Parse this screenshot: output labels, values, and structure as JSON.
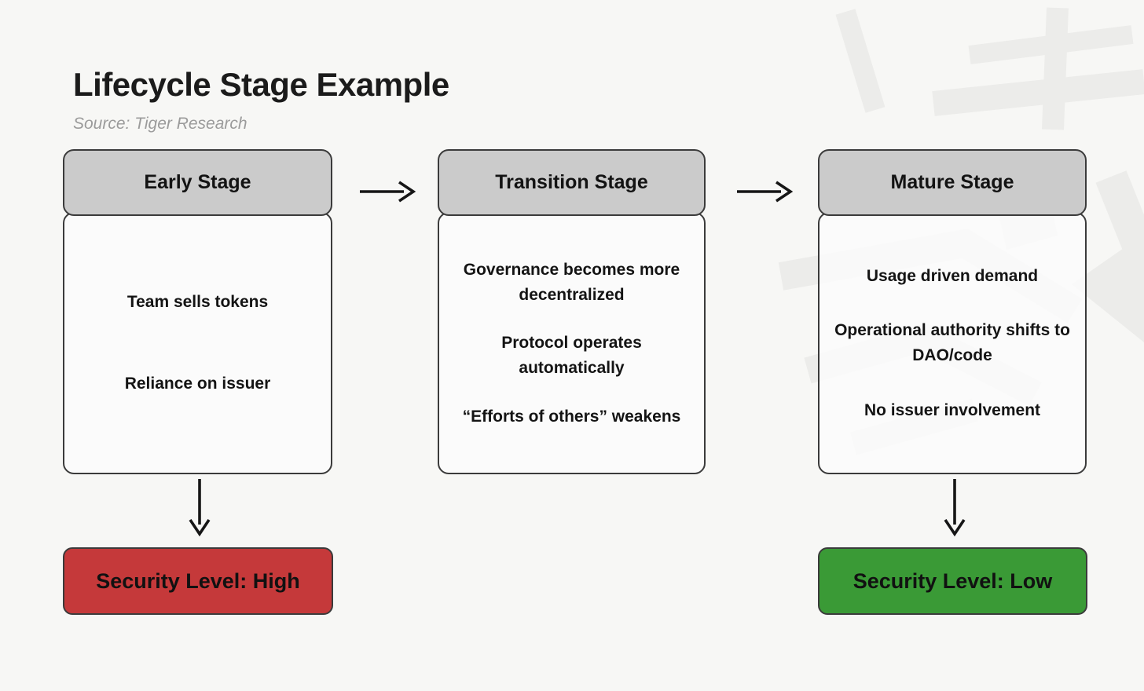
{
  "page": {
    "title": "Lifecycle Stage Example",
    "source": "Source: Tiger Research"
  },
  "colors": {
    "background": "#f7f7f5",
    "box_border": "#3b3b3b",
    "stage_header_bg": "#cbcbcb",
    "stage_body_bg": "#fbfbfa",
    "security_high_bg": "#c5393a",
    "security_low_bg": "#3a9a36",
    "arrow": "#161616",
    "watermark": "#ececea",
    "source_text": "#9b9b9b"
  },
  "stages": [
    {
      "title": "Early Stage",
      "items": [
        "Team sells tokens",
        "Reliance on issuer"
      ]
    },
    {
      "title": "Transition Stage",
      "items": [
        "Governance becomes more decentralized",
        "Protocol operates automatically",
        "“Efforts of others” weakens"
      ]
    },
    {
      "title": "Mature Stage",
      "items": [
        "Usage driven demand",
        "Operational authority shifts to DAO/code",
        "No issuer involvement"
      ]
    }
  ],
  "security": [
    {
      "label": "Security Level: High",
      "level": "High",
      "color": "#c5393a",
      "under_stage": "Early Stage"
    },
    {
      "label": "Security Level: Low",
      "level": "Low",
      "color": "#3a9a36",
      "under_stage": "Mature Stage"
    }
  ]
}
